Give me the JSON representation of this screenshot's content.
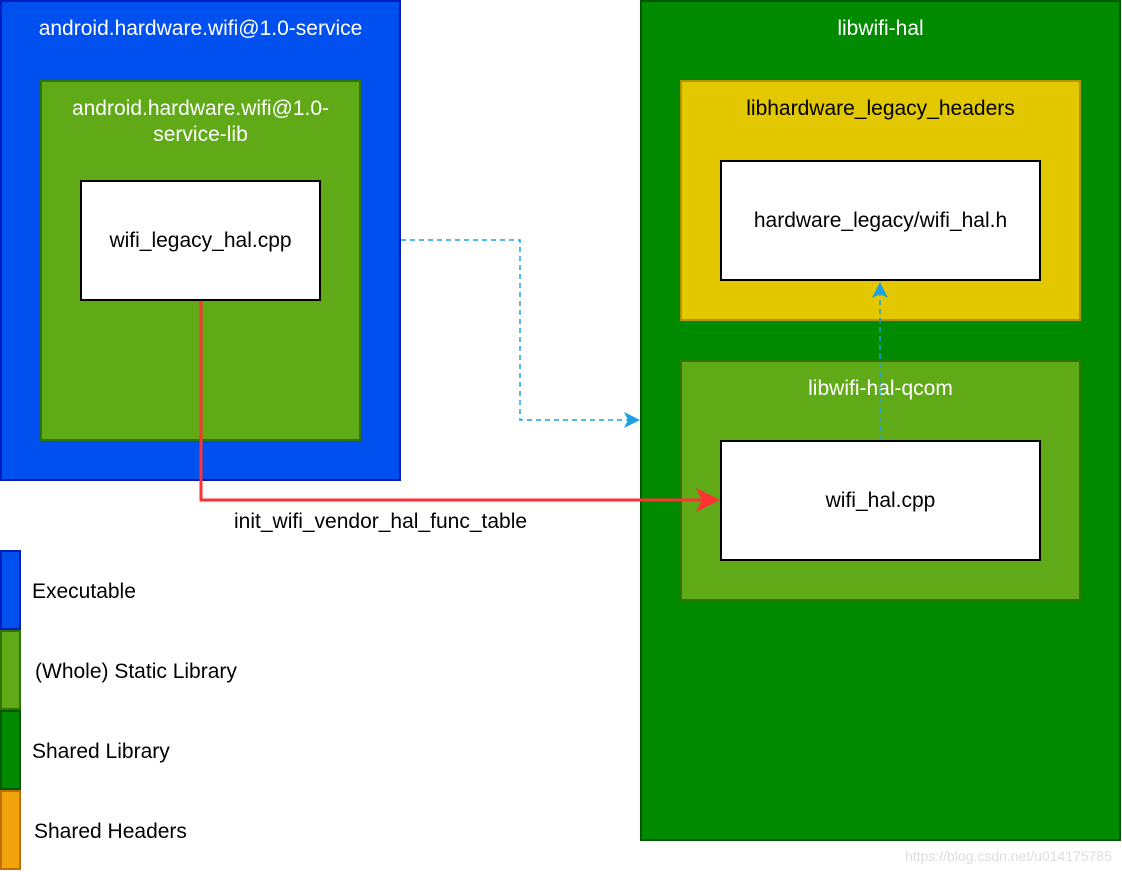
{
  "executable": {
    "title": "android.hardware.wifi@1.0-service",
    "color": "#0050EF"
  },
  "static_lib": {
    "title": "android.hardware.wifi@1.0-service-lib",
    "color": "#60A917",
    "file": "wifi_legacy_hal.cpp"
  },
  "shared_lib": {
    "title": "libwifi-hal",
    "color": "#008A00"
  },
  "headers": {
    "title": "libhardware_legacy_headers",
    "color": "#E3C800",
    "file": "hardware_legacy/wifi_hal.h"
  },
  "qcom": {
    "title": "libwifi-hal-qcom",
    "color": "#60A917",
    "file": "wifi_hal.cpp"
  },
  "edge_label": "init_wifi_vendor_hal_func_table",
  "legend": [
    {
      "label": "Executable",
      "color": "#0050EF"
    },
    {
      "label": "(Whole) Static Library",
      "color": "#60A917"
    },
    {
      "label": "Shared Library",
      "color": "#008A00"
    },
    {
      "label": "Shared Headers",
      "color": "#F0A30A"
    }
  ],
  "watermark": "https://blog.csdn.net/u014175785"
}
